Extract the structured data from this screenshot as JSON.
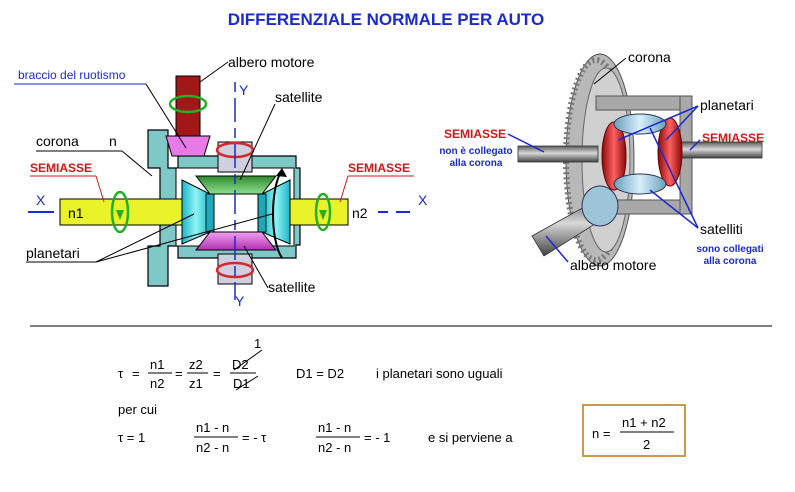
{
  "title": "DIFFERENZIALE NORMALE PER AUTO",
  "left": {
    "albero_motore": "albero motore",
    "braccio": "braccio del ruotismo",
    "y_top": "Y",
    "y_bottom": "Y",
    "satellite_top": "satellite",
    "corona": "corona",
    "n": "n",
    "semiasse_left": "SEMIASSE",
    "semiasse_right": "SEMIASSE",
    "x_left": "X",
    "x_right": "X",
    "n1": "n1",
    "n2": "n2",
    "planetari": "planetari",
    "satellite_bottom": "satellite"
  },
  "right": {
    "corona": "corona",
    "planetari": "planetari",
    "semiasse_left": "SEMIASSE",
    "semiasse_right": "SEMIASSE",
    "non_collegato_1": "non è collegato",
    "non_collegato_2": "alla corona",
    "satelliti": "satelliti",
    "collegati_1": "sono collegati",
    "collegati_2": "alla corona",
    "albero_motore": "albero motore"
  },
  "formulas": {
    "tau": "τ",
    "eq": "=",
    "n1": "n1",
    "n2": "n2",
    "z2": "z2",
    "z1": "z1",
    "one": "1",
    "D2": "D2",
    "D1": "D1",
    "d_eq": "D1 = D2",
    "planetari_uguali": "i planetari sono uguali",
    "per_cui": "per cui",
    "tau_eq_1": "τ = 1",
    "frac2_num": "n1 - n",
    "frac2_den": "n2 - n",
    "frac2_rhs": "= - τ",
    "frac3_num": "n1 - n",
    "frac3_den": "n2 - n",
    "frac3_rhs": "= - 1",
    "si_perviene": "e si perviene a",
    "n_eq": "n =",
    "result_num": "n1 + n2",
    "result_den": "2"
  },
  "colors": {
    "title": "#1a2bd0",
    "axis": "#1a2bd0",
    "semiasse": "#d01818",
    "shaft": "#eaf22a",
    "housing": "#7fc8c8",
    "gear_cyan": "#3fe0e0",
    "gear_green": "#60d060",
    "gear_magenta": "#e060e0",
    "motor_shaft": "#a01818",
    "box_border": "#c89a4a"
  }
}
